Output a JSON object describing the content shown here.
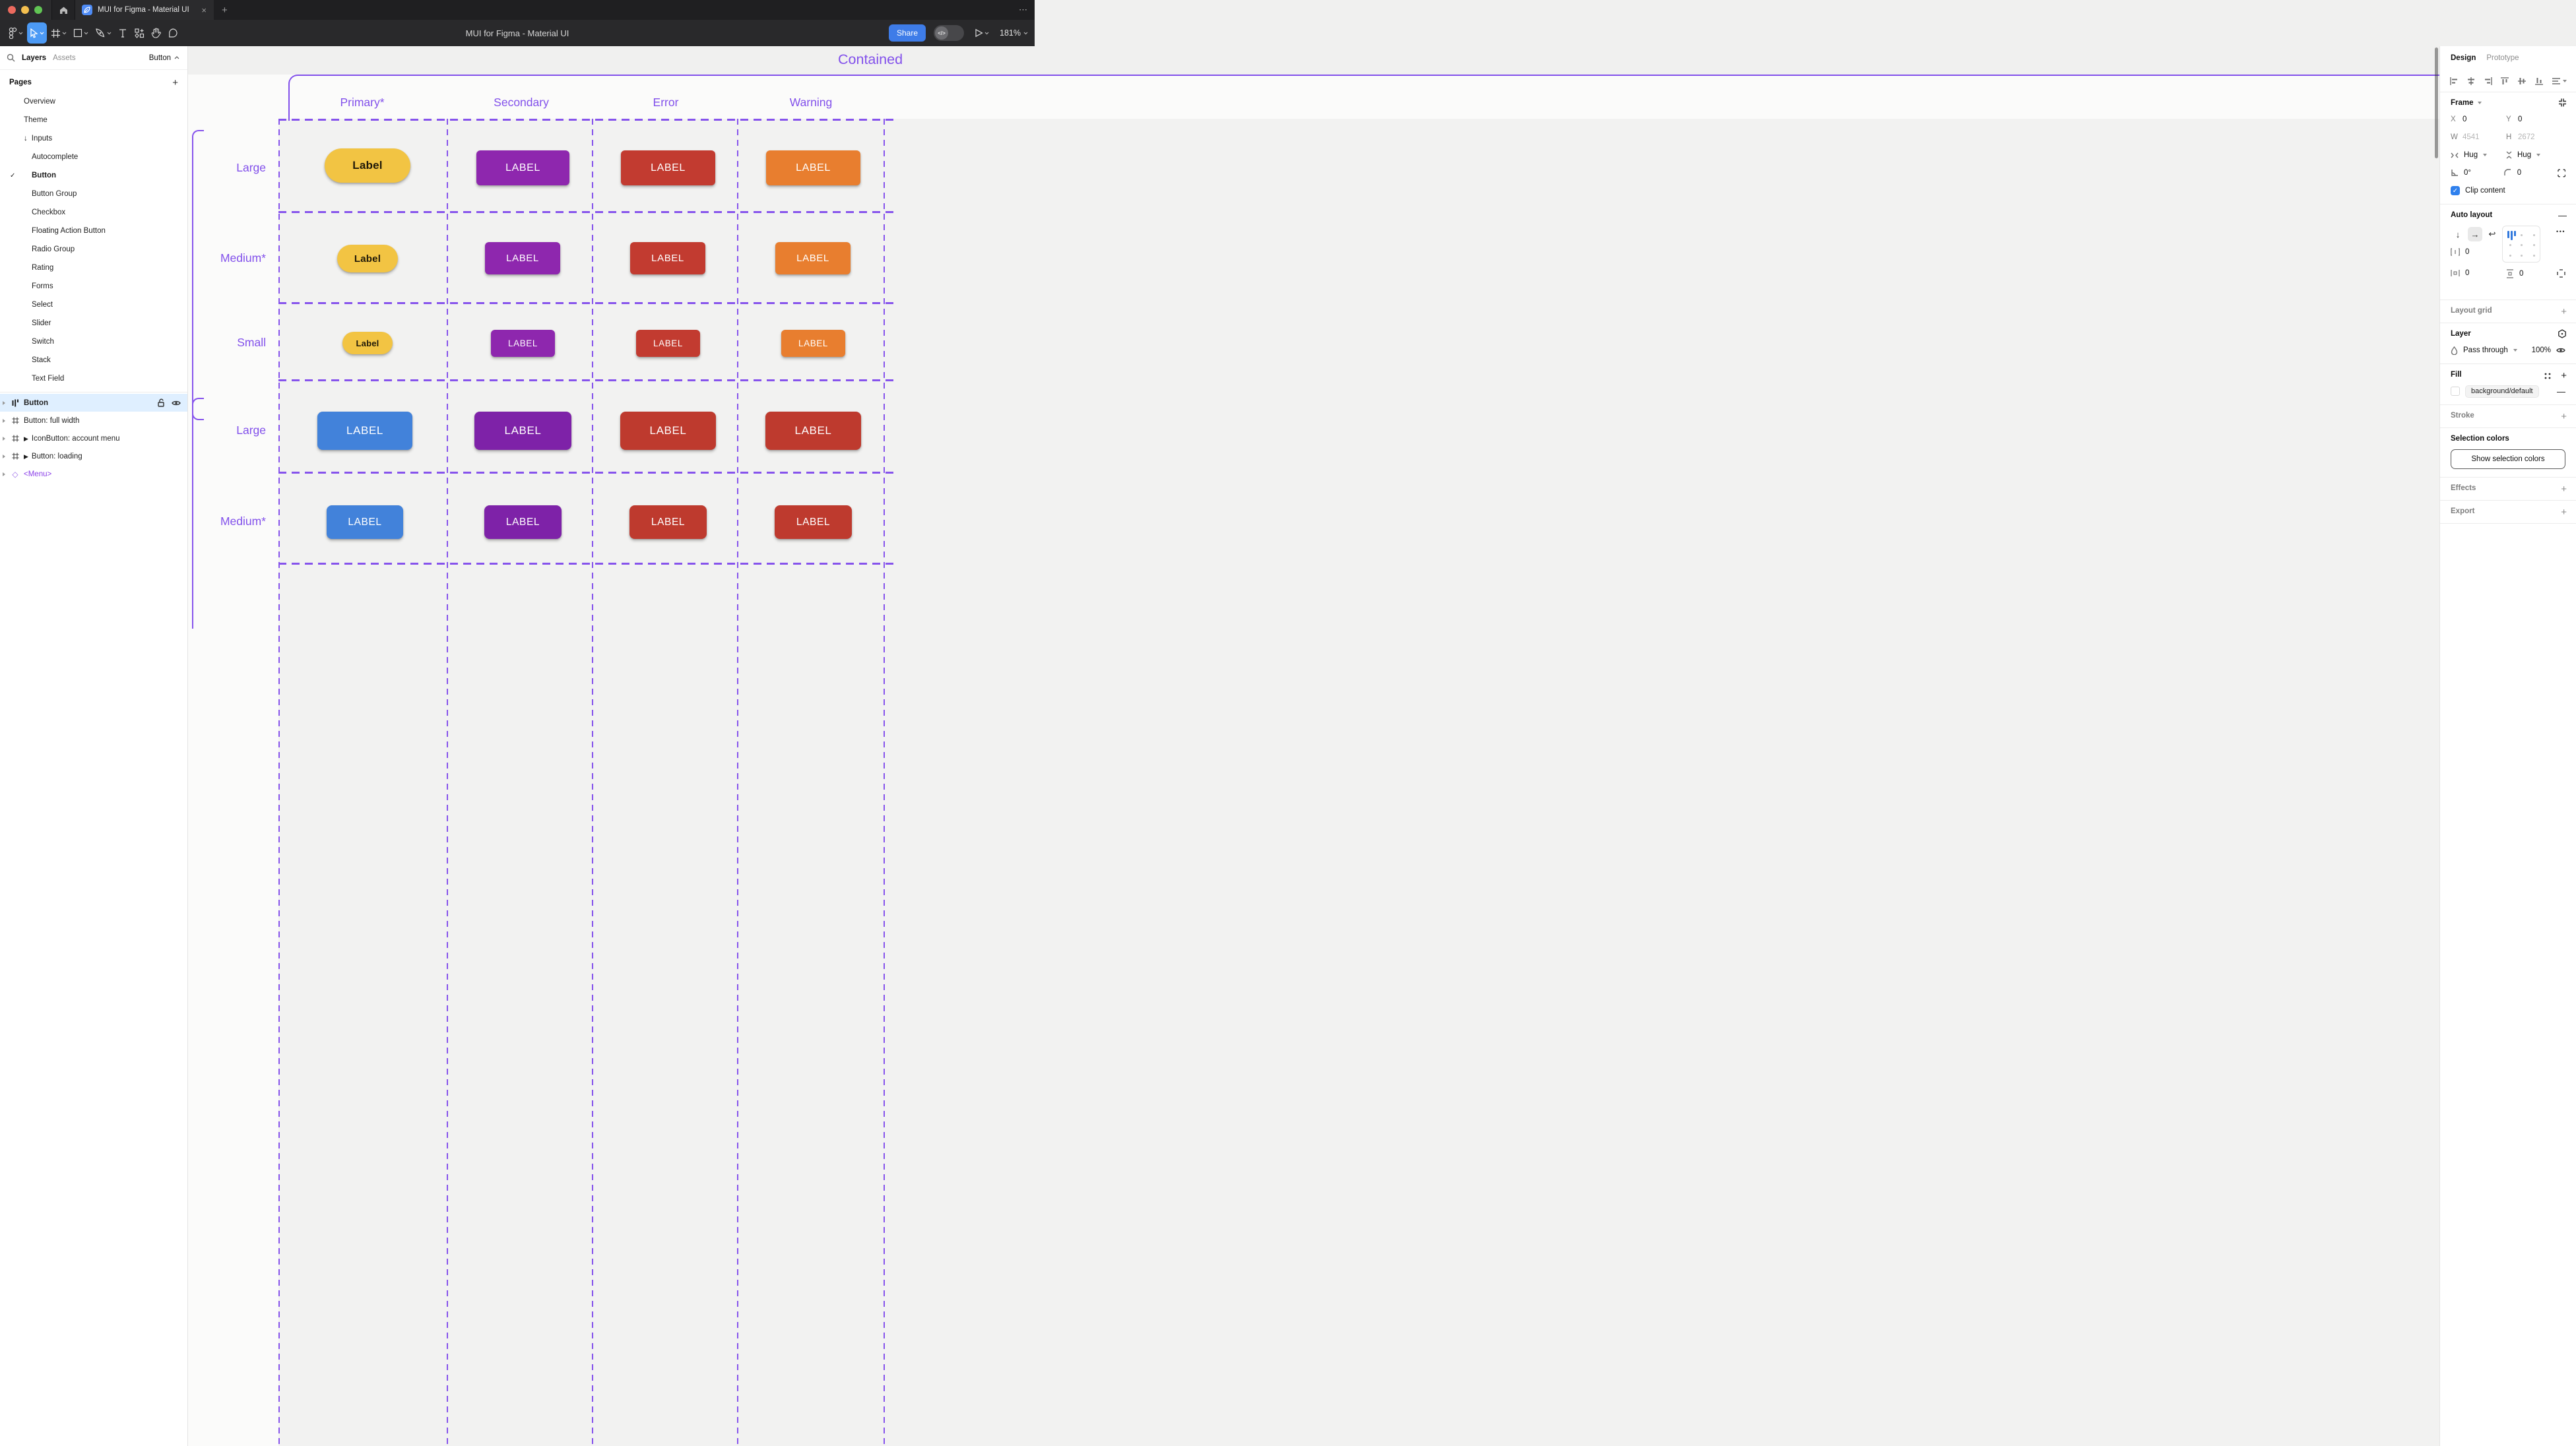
{
  "window": {
    "tab_title": "MUI for Figma - Material UI",
    "doc_title": "MUI for Figma - Material UI",
    "share_label": "Share",
    "zoom_level": "181%",
    "more_glyph": "⋯",
    "close_glyph": "×",
    "newtab_glyph": "+",
    "dev_toggle_glyph": "</>"
  },
  "sidebar": {
    "tab_layers": "Layers",
    "tab_assets": "Assets",
    "page_selector": "Button",
    "pages_header": "Pages",
    "pages_add_glyph": "+",
    "pages": [
      {
        "label": "Overview"
      },
      {
        "label": "Theme"
      },
      {
        "label": "Inputs",
        "arrow": "↓"
      },
      {
        "label": "Autocomplete"
      },
      {
        "label": "Button",
        "check": "✓"
      },
      {
        "label": "Button Group"
      },
      {
        "label": "Checkbox"
      },
      {
        "label": "Floating Action Button"
      },
      {
        "label": "Radio Group"
      },
      {
        "label": "Rating"
      },
      {
        "label": "Forms"
      },
      {
        "label": "Select"
      },
      {
        "label": "Slider"
      },
      {
        "label": "Switch"
      },
      {
        "label": "Stack"
      },
      {
        "label": "Text Field"
      }
    ],
    "layers": [
      {
        "name": "Button"
      },
      {
        "name": "Button: full width"
      },
      {
        "name": "IconButton: account menu",
        "prefix": "▶"
      },
      {
        "name": "Button: loading",
        "prefix": "▶"
      },
      {
        "name": "<Menu>",
        "diamond": "◇"
      }
    ]
  },
  "canvas": {
    "heading": "Contained",
    "accent": "#8250EB",
    "columns": [
      "Primary*",
      "Secondary",
      "Error",
      "Warning"
    ],
    "rows": [
      "Large",
      "Medium*",
      "Small",
      "Large",
      "Medium*"
    ],
    "buttons": [
      {
        "text": "Label",
        "bg": "#F2C443",
        "fg": "#201909"
      },
      {
        "text": "LABEL",
        "bg": "#8E27AE",
        "fg": "#FFFFFF"
      },
      {
        "text": "LABEL",
        "bg": "#C23B30",
        "fg": "#FFFFFF"
      },
      {
        "text": "LABEL",
        "bg": "#E87E2F",
        "fg": "#FFFFFF"
      },
      {
        "text": "Label",
        "bg": "#F2C443",
        "fg": "#201909"
      },
      {
        "text": "LABEL",
        "bg": "#8E27AE",
        "fg": "#FFFFFF"
      },
      {
        "text": "LABEL",
        "bg": "#C23B30",
        "fg": "#FFFFFF"
      },
      {
        "text": "LABEL",
        "bg": "#E87E2F",
        "fg": "#FFFFFF"
      },
      {
        "text": "Label",
        "bg": "#F2C443",
        "fg": "#201909"
      },
      {
        "text": "LABEL",
        "bg": "#8E27AE",
        "fg": "#FFFFFF"
      },
      {
        "text": "LABEL",
        "bg": "#C23B30",
        "fg": "#FFFFFF"
      },
      {
        "text": "LABEL",
        "bg": "#E87E2F",
        "fg": "#FFFFFF"
      },
      {
        "text": "LABEL",
        "bg": "#4282DA",
        "fg": "#FFFFFF"
      },
      {
        "text": "LABEL",
        "bg": "#7E22A8",
        "fg": "#FFFFFF"
      },
      {
        "text": "LABEL",
        "bg": "#BE3A2E",
        "fg": "#FFFFFF"
      },
      {
        "text": "LABEL",
        "bg": "#BE3A2E",
        "fg": "#FFFFFF"
      },
      {
        "text": "LABEL",
        "bg": "#4282DA",
        "fg": "#FFFFFF"
      },
      {
        "text": "LABEL",
        "bg": "#7E22A8",
        "fg": "#FFFFFF"
      },
      {
        "text": "LABEL",
        "bg": "#BE3A2E",
        "fg": "#FFFFFF"
      },
      {
        "text": "LABEL",
        "bg": "#BE3A2E",
        "fg": "#FFFFFF"
      }
    ]
  },
  "inspector": {
    "tab_design": "Design",
    "tab_prototype": "Prototype",
    "frame": {
      "title": "Frame",
      "x_label": "X",
      "x": "0",
      "y_label": "Y",
      "y": "0",
      "w_label": "W",
      "w": "4541",
      "h_label": "H",
      "h": "2672",
      "hug_h": "Hug",
      "hug_v": "Hug",
      "rotation": "0°",
      "corner_radius": "0",
      "clip_label": "Clip content",
      "clip_check": "✓"
    },
    "auto_layout": {
      "title": "Auto layout",
      "gap": "0",
      "pad_h": "0",
      "pad_v": "0",
      "remove_glyph": "—",
      "more_glyph": "•••"
    },
    "layout_grid": {
      "title": "Layout grid",
      "add_glyph": "+"
    },
    "layer": {
      "title": "Layer",
      "blend_mode": "Pass through",
      "opacity": "100%"
    },
    "fill": {
      "title": "Fill",
      "value": "background/default",
      "add_glyph": "+",
      "remove_glyph": "—"
    },
    "stroke": {
      "title": "Stroke",
      "add_glyph": "+"
    },
    "selection_colors": {
      "title": "Selection colors",
      "button_label": "Show selection colors"
    },
    "effects": {
      "title": "Effects",
      "add_glyph": "+"
    },
    "export": {
      "title": "Export",
      "add_glyph": "+"
    }
  },
  "icons": {
    "check": "✓",
    "down-arrow": "↓",
    "right-arrow": "→",
    "wrap-arrow": "↩",
    "component-diamond": "◇",
    "layer-prefix": "▶",
    "more": "⋯"
  }
}
